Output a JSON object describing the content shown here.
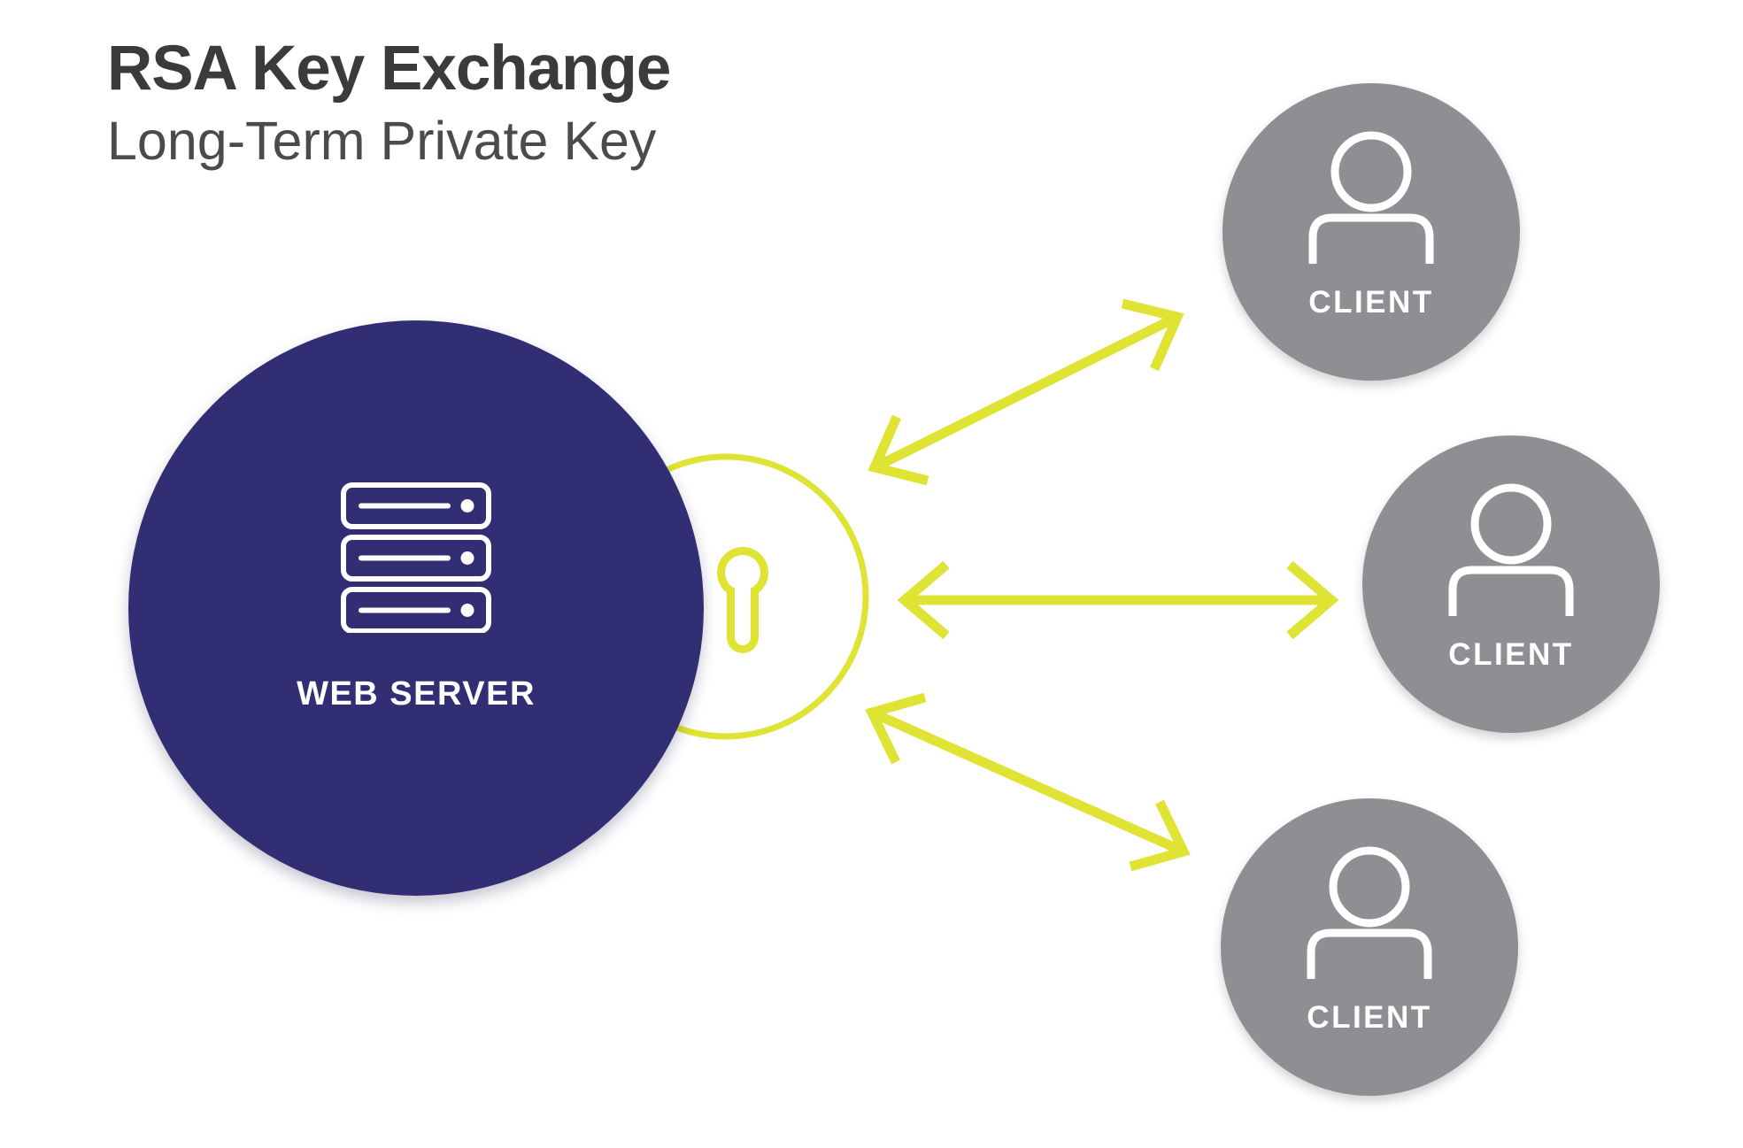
{
  "title": "RSA Key Exchange",
  "subtitle": "Long-Term Private Key",
  "server": {
    "label": "WEB SERVER",
    "icon": "server-rack-icon"
  },
  "key": {
    "icon": "keyhole-icon",
    "shape": "circle-outline"
  },
  "clients": [
    {
      "label": "CLIENT",
      "icon": "person-icon",
      "position": "top"
    },
    {
      "label": "CLIENT",
      "icon": "person-icon",
      "position": "middle"
    },
    {
      "label": "CLIENT",
      "icon": "person-icon",
      "position": "bottom"
    }
  ],
  "arrows": [
    {
      "name": "exchange-arrow-top",
      "type": "double-headed",
      "from": "key-circle",
      "to": "client-top"
    },
    {
      "name": "exchange-arrow-middle",
      "type": "double-headed",
      "from": "key-circle",
      "to": "client-middle"
    },
    {
      "name": "exchange-arrow-bottom",
      "type": "double-headed",
      "from": "key-circle",
      "to": "client-bottom"
    }
  ],
  "colors": {
    "navy": "#322e74",
    "gray": "#8f8f93",
    "yellow": "#dfe334",
    "title_color": "#3b3b3b",
    "subtitle_color": "#4b4b4b",
    "background": "#ffffff",
    "icon_stroke": "#ffffff"
  }
}
